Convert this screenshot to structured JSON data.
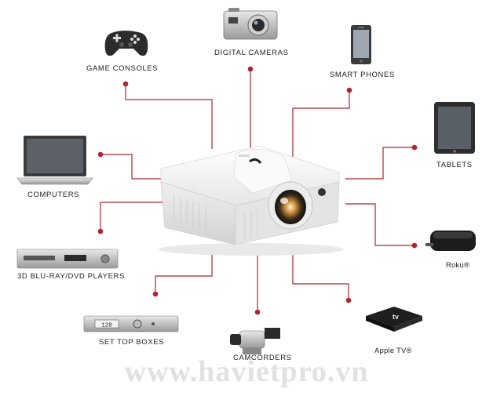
{
  "diagram": {
    "devices": [
      {
        "id": "game-consoles",
        "label": "GAME CONSOLES",
        "icon": "gamepad-icon"
      },
      {
        "id": "digital-cameras",
        "label": "DIGITAL CAMERAS",
        "icon": "camera-icon"
      },
      {
        "id": "smart-phones",
        "label": "SMART PHONES",
        "icon": "smartphone-icon"
      },
      {
        "id": "tablets",
        "label": "TABLETS",
        "icon": "tablet-icon"
      },
      {
        "id": "computers",
        "label": "COMPUTERS",
        "icon": "laptop-icon"
      },
      {
        "id": "roku",
        "label": "Roku®",
        "icon": "roku-box-icon"
      },
      {
        "id": "bluray",
        "label": "3D BLU-RAY/DVD PLAYERS",
        "icon": "bluray-player-icon"
      },
      {
        "id": "settop",
        "label": "SET TOP BOXES",
        "icon": "set-top-box-icon"
      },
      {
        "id": "camcorders",
        "label": "CAMCORDERS",
        "icon": "camcorder-icon"
      },
      {
        "id": "appletv",
        "label": "Apple TV®",
        "icon": "apple-tv-icon"
      }
    ],
    "settop_display": "120",
    "appletv_logo": "tv",
    "watermark": "www.havietpro.vn",
    "colors": {
      "connector": "#b0252f",
      "dot": "#b0252f",
      "projector_body": "#f4f4f4",
      "device_dark": "#1c1c1c"
    }
  }
}
